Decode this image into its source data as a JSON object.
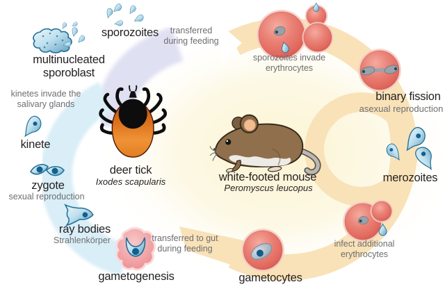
{
  "diagram_subject": "tick-mouse parasite life cycle",
  "colors": {
    "background": "#ffffff",
    "label_text": "#231f20",
    "secondary_text": "#6d6e71",
    "tick_cycle_band": "#d9eef7",
    "transfer_band": "#dfe0f2",
    "mouse_cycle_band": "#f9e2b8",
    "center_glow": "#fbf3cf",
    "cell_blue": "#bfe0ee",
    "cell_outline": "#1f6f96",
    "nucleus_blue": "#11608f",
    "erythrocyte_red": "#e97f74",
    "parasite_gray": "#98a1a9"
  },
  "nodes": {
    "sporozoites": {
      "label": "sporozoites"
    },
    "transfer_feeding": {
      "line1": "transferred",
      "line2": "during feeding"
    },
    "sporoblast": {
      "line1": "multinucleated",
      "line2": "sporoblast"
    },
    "kinetes_invade": {
      "line1": "kinetes invade the",
      "line2": "salivary glands"
    },
    "kinete": {
      "label": "kinete"
    },
    "zygote": {
      "label": "zygote",
      "sub": "sexual reproduction"
    },
    "ray_bodies": {
      "label": "ray bodies",
      "sub": "Strahlenkörper"
    },
    "gametogenesis": {
      "label": "gametogenesis"
    },
    "transfer_gut": {
      "line1": "transferred to gut",
      "line2": "during feeding"
    },
    "deer_tick": {
      "label": "deer tick",
      "species": "Ixodes scapularis"
    },
    "mouse": {
      "label": "white-footed mouse",
      "species": "Peromyscus leucopus"
    },
    "sporozoites_invade": {
      "line1": "sporozoites invade",
      "line2": "erythrocytes"
    },
    "binary_fission": {
      "label": "binary fission",
      "sub": "asexual reproduction"
    },
    "merozoites": {
      "label": "merozoites"
    },
    "infect_additional": {
      "line1": "infect additional",
      "line2": "erythrocytes"
    },
    "gametocytes": {
      "label": "gametocytes"
    }
  }
}
